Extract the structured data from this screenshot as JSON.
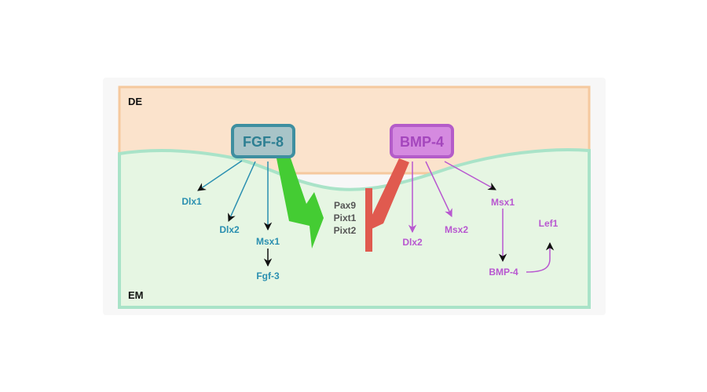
{
  "regions": {
    "top_label": "DE",
    "bottom_label": "EM"
  },
  "signals": {
    "fgf": "FGF-8",
    "bmp": "BMP-4"
  },
  "fgf_targets": {
    "dlx1": "Dlx1",
    "dlx2": "Dlx2",
    "msx1": "Msx1",
    "fgf3": "Fgf-3"
  },
  "shared_targets": [
    "Pax9",
    "Pixt1",
    "Pixt2"
  ],
  "bmp_targets": {
    "dlx2": "Dlx2",
    "msx2": "Msx2",
    "msx1": "Msx1",
    "bmp4": "BMP-4",
    "lef1": "Lef1"
  },
  "colors": {
    "de_fill": "#fbe3cc",
    "em_fill": "#e6f6e3",
    "em_border": "#a9e3c8",
    "fgf_box": "#a8c4c8",
    "fgf_border": "#3e8fa0",
    "fgf_text": "#2a8fb0",
    "bmp_box": "#d58ae0",
    "bmp_border": "#b45cc9",
    "bmp_text": "#b857d0",
    "activation": "#44cc33",
    "inhibition": "#e05a4f",
    "shared_text": "#555555"
  }
}
